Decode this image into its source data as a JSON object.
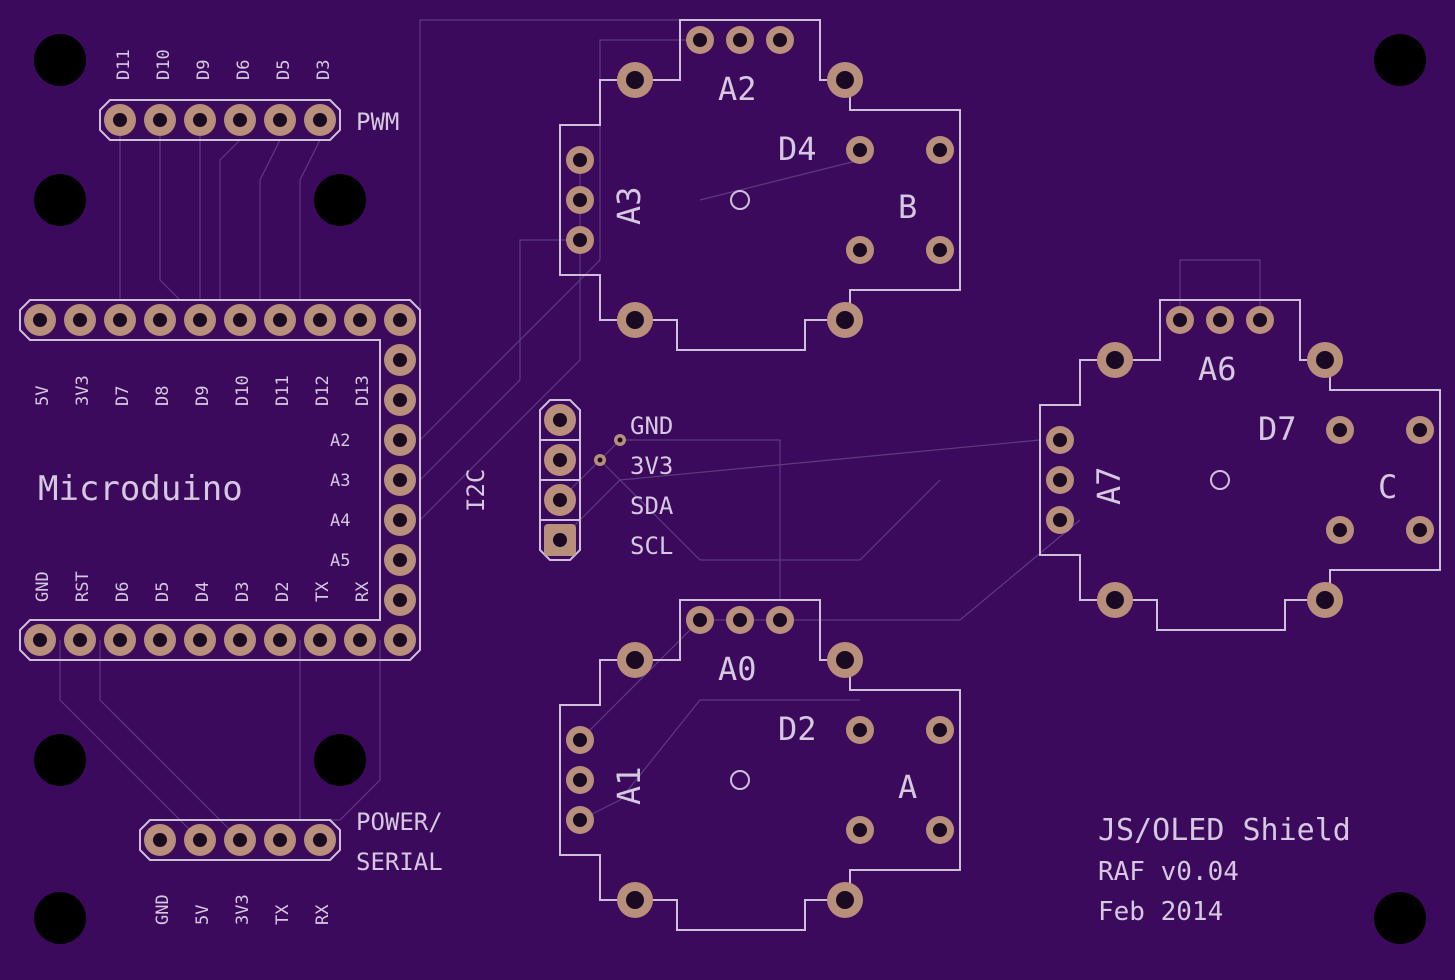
{
  "board": {
    "title": "JS/OLED Shield",
    "author_version": "RAF v0.04",
    "date": "Feb 2014",
    "colors": {
      "substrate": "#3b0a5c",
      "silkscreen": "#d6c8e0",
      "pad": "#b88f7a",
      "hole": "#000000"
    }
  },
  "pwm_header": {
    "label": "PWM",
    "pins": [
      "D11",
      "D10",
      "D9",
      "D6",
      "D5",
      "D3"
    ]
  },
  "microduino": {
    "label": "Microduino",
    "top_pins": [
      "5V",
      "3V3",
      "D7",
      "D8",
      "D9",
      "D10",
      "D11",
      "D12",
      "D13"
    ],
    "right_pins": [
      "A2",
      "A3",
      "A4",
      "A5"
    ],
    "bottom_pins": [
      "GND",
      "RST",
      "D6",
      "D5",
      "D4",
      "D3",
      "D2",
      "TX",
      "RX"
    ]
  },
  "i2c_header": {
    "label": "I2C",
    "pins": [
      "GND",
      "3V3",
      "SDA",
      "SCL"
    ]
  },
  "power_serial_header": {
    "label_line1": "POWER/",
    "label_line2": "SERIAL",
    "pins": [
      "GND",
      "5V",
      "3V3",
      "TX",
      "RX"
    ]
  },
  "joysticks": [
    {
      "id": "B",
      "letter": "B",
      "pot_top": "A2",
      "pot_side": "A3",
      "button": "D4"
    },
    {
      "id": "C",
      "letter": "C",
      "pot_top": "A6",
      "pot_side": "A7",
      "button": "D7"
    },
    {
      "id": "A",
      "letter": "A",
      "pot_top": "A0",
      "pot_side": "A1",
      "button": "D2"
    }
  ]
}
